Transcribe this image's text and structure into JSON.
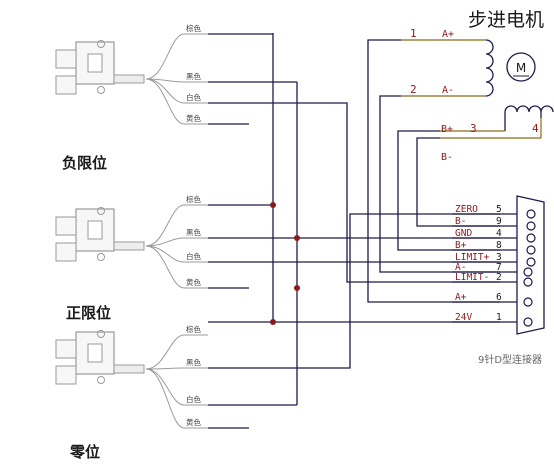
{
  "colors": {
    "background": "#ffffff",
    "wire": "#1f1a4a",
    "pin_label": "#8b1a1a",
    "motor_line": "#8b6a14",
    "sensor_outline": "#9a9a9a",
    "sensor_fill": "#f7f7f7",
    "title_text": "#1a1a1a",
    "caption_text": "#666666"
  },
  "motor": {
    "title": "步进电机",
    "symbol": "M",
    "phase_a_plus_index": "1",
    "phase_a_plus": "A+",
    "phase_a_minus_index": "2",
    "phase_a_minus": "A-",
    "phase_b_plus": "B+",
    "phase_b_plus_index": "3",
    "phase_b_index_right": "4",
    "phase_b_minus": "B-"
  },
  "sensors": [
    {
      "name": "负限位",
      "wires": [
        "棕色",
        "黑色",
        "白色",
        "黄色"
      ]
    },
    {
      "name": "正限位",
      "wires": [
        "棕色",
        "黑色",
        "白色",
        "黄色"
      ]
    },
    {
      "name": "零位",
      "wires": [
        "棕色",
        "黑色",
        "白色",
        "黄色"
      ]
    }
  ],
  "connector": {
    "caption": "9针D型连接器",
    "pins": [
      {
        "signal": "ZERO",
        "number": "5"
      },
      {
        "signal": "B-",
        "number": "9"
      },
      {
        "signal": "GND",
        "number": "4"
      },
      {
        "signal": "B+",
        "number": "8"
      },
      {
        "signal": "LIMIT+",
        "number": "3"
      },
      {
        "signal": "A-",
        "number": "7"
      },
      {
        "signal": "LIMIT-",
        "number": "2"
      },
      {
        "signal": "A+",
        "number": "6"
      },
      {
        "signal": "24V",
        "number": "1"
      }
    ]
  }
}
